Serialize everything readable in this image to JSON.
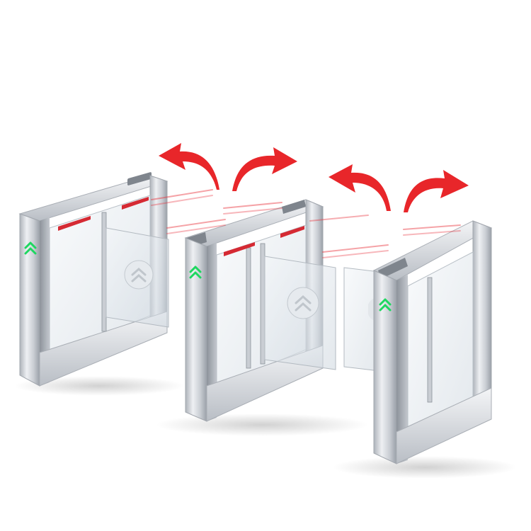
{
  "scene": {
    "subject": "swing-gate-turnstiles",
    "background_color": "#ffffff",
    "cabinet_count": 3,
    "passage_lanes": 2,
    "gate_flaps_per_lane": 2,
    "indicator_arrow_color": "#1ed760",
    "ir_beam_color": "#e8323c",
    "swing_arrow_color": "#e8262a",
    "steel_light": "#eef0f3",
    "steel_mid": "#c9cdd3",
    "steel_dark": "#8d939b",
    "glass_tint": "#dfe6ec",
    "icons": [
      "double-chevron-up-icon",
      "curved-arrow-icon"
    ]
  }
}
